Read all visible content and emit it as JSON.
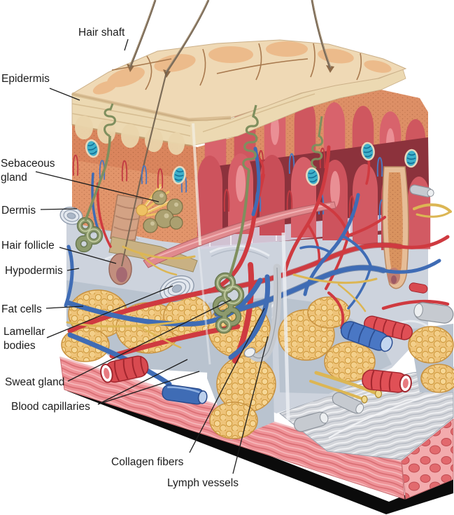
{
  "figure": {
    "labels": {
      "hair_shaft": "Hair shaft",
      "epidermis": "Epidermis",
      "sebaceous_line1": "Sebaceous",
      "sebaceous_line2": "gland",
      "dermis": "Dermis",
      "hair_follicle": "Hair follicle",
      "hypodermis": "Hypodermis",
      "fat_cells": "Fat cells",
      "lamellar_line1": "Lamellar",
      "lamellar_line2": "bodies",
      "sweat_gland": "Sweat gland",
      "blood_capillaries": "Blood capillaries",
      "collagen_fibers": "Collagen fibers",
      "lymph_vessels": "Lymph vessels"
    },
    "palette": {
      "background": "#ffffff",
      "label_text": "#1c1c1c",
      "skin_surface": "#efd9b5",
      "epidermis_band": "#ecd9b2",
      "papillary_dermis": "#e2956b",
      "deep_dermis": "#cdd3dd",
      "papillae_red": "#d05a63",
      "fat_yellow": "#eec379",
      "muscle_pink": "#ee9297",
      "artery_red": "#cf3a40",
      "vein_blue": "#3f6cb5",
      "nerve_yellow": "#dcb654",
      "sweat_gland_green": "#8d9a6d",
      "lymph_gray": "#c6cad0",
      "base_shadow": "#0b0b0b"
    }
  }
}
